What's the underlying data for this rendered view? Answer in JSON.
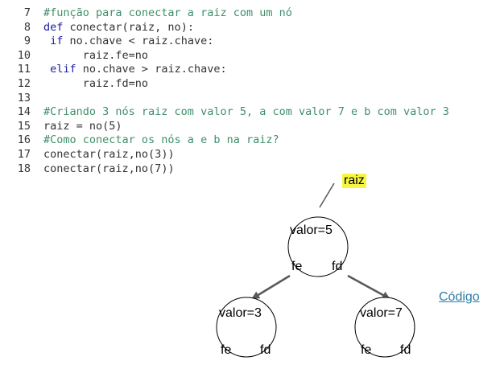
{
  "code": {
    "lines": [
      {
        "n": "7",
        "tokens": [
          {
            "t": "#função para conectar a raiz com um nó",
            "k": "comment"
          }
        ]
      },
      {
        "n": "8",
        "tokens": [
          {
            "t": "def",
            "k": "keyword"
          },
          {
            "t": " conectar(raiz, no):",
            "k": "text"
          }
        ]
      },
      {
        "n": "9",
        "tokens": [
          {
            "t": " ",
            "k": "text"
          },
          {
            "t": "if",
            "k": "keyword"
          },
          {
            "t": " no.chave < raiz.chave:",
            "k": "text"
          }
        ]
      },
      {
        "n": "10",
        "tokens": [
          {
            "t": "      raiz.fe=no",
            "k": "text"
          }
        ]
      },
      {
        "n": "11",
        "tokens": [
          {
            "t": " ",
            "k": "text"
          },
          {
            "t": "elif",
            "k": "keyword"
          },
          {
            "t": " no.chave > raiz.chave:",
            "k": "text"
          }
        ]
      },
      {
        "n": "12",
        "tokens": [
          {
            "t": "      raiz.fd=no",
            "k": "text"
          }
        ]
      },
      {
        "n": "13",
        "tokens": []
      },
      {
        "n": "14",
        "tokens": [
          {
            "t": "#Criando 3 nós raiz com valor 5, a com valor 7 e b com valor 3",
            "k": "comment"
          }
        ]
      },
      {
        "n": "15",
        "tokens": [
          {
            "t": "raiz = no(",
            "k": "text"
          },
          {
            "t": "5",
            "k": "number"
          },
          {
            "t": ")",
            "k": "text"
          }
        ]
      },
      {
        "n": "16",
        "tokens": [
          {
            "t": "#Como conectar os nós a e b na raiz?",
            "k": "comment"
          }
        ]
      },
      {
        "n": "17",
        "tokens": [
          {
            "t": "conectar(raiz,no(",
            "k": "text"
          },
          {
            "t": "3",
            "k": "number"
          },
          {
            "t": "))",
            "k": "text"
          }
        ]
      },
      {
        "n": "18",
        "tokens": [
          {
            "t": "conectar(raiz,no(",
            "k": "text"
          },
          {
            "t": "7",
            "k": "number"
          },
          {
            "t": "))",
            "k": "text"
          }
        ]
      }
    ]
  },
  "diagram": {
    "pointer_label": "raiz",
    "pointer_highlight": "#f5f542",
    "nodes": [
      {
        "id": "root",
        "value": "valor=5",
        "fe": "fe",
        "fd": "fd"
      },
      {
        "id": "left",
        "value": "valor=3",
        "fe": "fe",
        "fd": "fd"
      },
      {
        "id": "right",
        "value": "valor=7",
        "fe": "fe",
        "fd": "fd"
      }
    ],
    "edge_color": "#595959",
    "link_label": "Código",
    "link_color": "#2e7fa8"
  }
}
